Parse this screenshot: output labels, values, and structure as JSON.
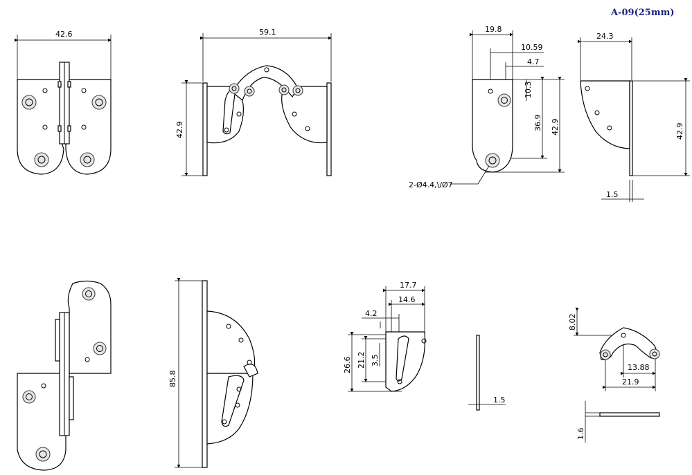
{
  "title": "A-09(25mm)",
  "dims": {
    "d42_6": "42.6",
    "d59_1": "59.1",
    "d42_9a": "42.9",
    "d19_8": "19.8",
    "d10_59": "10.59",
    "d4_7": "4.7",
    "d10_3": "10.3",
    "d36_9": "36.9",
    "d42_9b": "42.9",
    "hole_note": "2-Ø4.4,\\/Ø7",
    "d24_3": "24.3",
    "d42_9c": "42.9",
    "d1_5a": "1.5",
    "d85_8": "85.8",
    "d17_7": "17.7",
    "d14_6": "14.6",
    "d4_2": "4.2",
    "d26_6": "26.6",
    "d21_2": "21.2",
    "d3_5": "3.5",
    "d1_5b": "1.5",
    "d8_02": "8.02",
    "d13_88": "13.88",
    "d21_9": "21.9",
    "d1_6": "1.6"
  }
}
